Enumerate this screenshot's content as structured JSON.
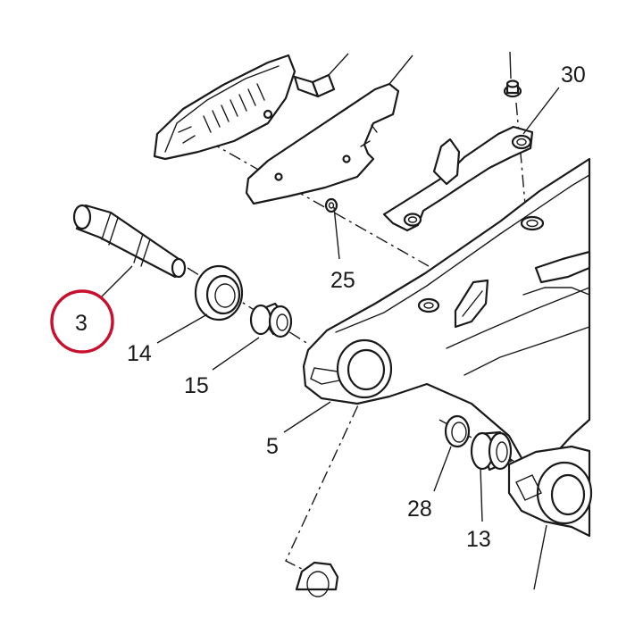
{
  "diagram": {
    "callouts": {
      "c3": "3",
      "c5": "5",
      "c13": "13",
      "c14": "14",
      "c15": "15",
      "c25": "25",
      "c28": "28",
      "c30": "30"
    },
    "highlight": {
      "callout": "3",
      "color": "#c8102e"
    },
    "parts": {
      "p3": "pivot-shaft",
      "p5": "swingarm",
      "p13": "needle-bearing",
      "p14": "seal-ring",
      "p15": "bushing",
      "p25": "small-washer",
      "p28": "snap-ring",
      "p30": "screw"
    }
  }
}
